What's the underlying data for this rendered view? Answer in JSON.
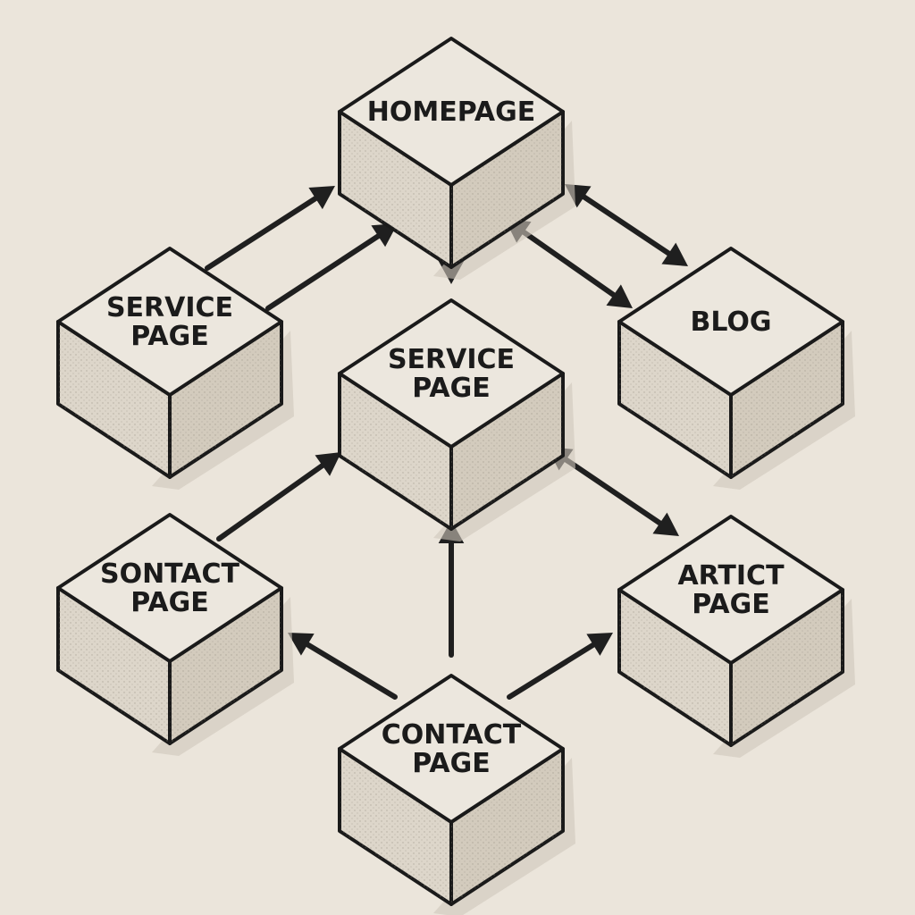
{
  "diagram": {
    "nodes": [
      {
        "id": "homepage",
        "lines": [
          "HOMEPAGE"
        ]
      },
      {
        "id": "service-left",
        "lines": [
          "SERVICE",
          "PAGE"
        ]
      },
      {
        "id": "blog",
        "lines": [
          "BLOG"
        ]
      },
      {
        "id": "service-center",
        "lines": [
          "SERVICE",
          "PAGE"
        ]
      },
      {
        "id": "sontact",
        "lines": [
          "SONTACT",
          "PAGE"
        ]
      },
      {
        "id": "artict",
        "lines": [
          "ARTICT",
          "PAGE"
        ]
      },
      {
        "id": "contact",
        "lines": [
          "CONTACT",
          "PAGE"
        ]
      }
    ],
    "edges": [
      {
        "from": "service-left",
        "to": "homepage",
        "direction": "forward"
      },
      {
        "from": "service-left",
        "to": "homepage",
        "direction": "forward"
      },
      {
        "from": "homepage",
        "to": "blog",
        "direction": "both"
      },
      {
        "from": "homepage",
        "to": "blog",
        "direction": "both"
      },
      {
        "from": "homepage",
        "to": "service-center",
        "direction": "forward"
      },
      {
        "from": "sontact",
        "to": "service-center",
        "direction": "forward"
      },
      {
        "from": "service-center",
        "to": "artict",
        "direction": "both"
      },
      {
        "from": "contact",
        "to": "service-center",
        "direction": "forward"
      },
      {
        "from": "contact",
        "to": "sontact",
        "direction": "forward"
      },
      {
        "from": "contact",
        "to": "artict",
        "direction": "forward"
      }
    ]
  }
}
